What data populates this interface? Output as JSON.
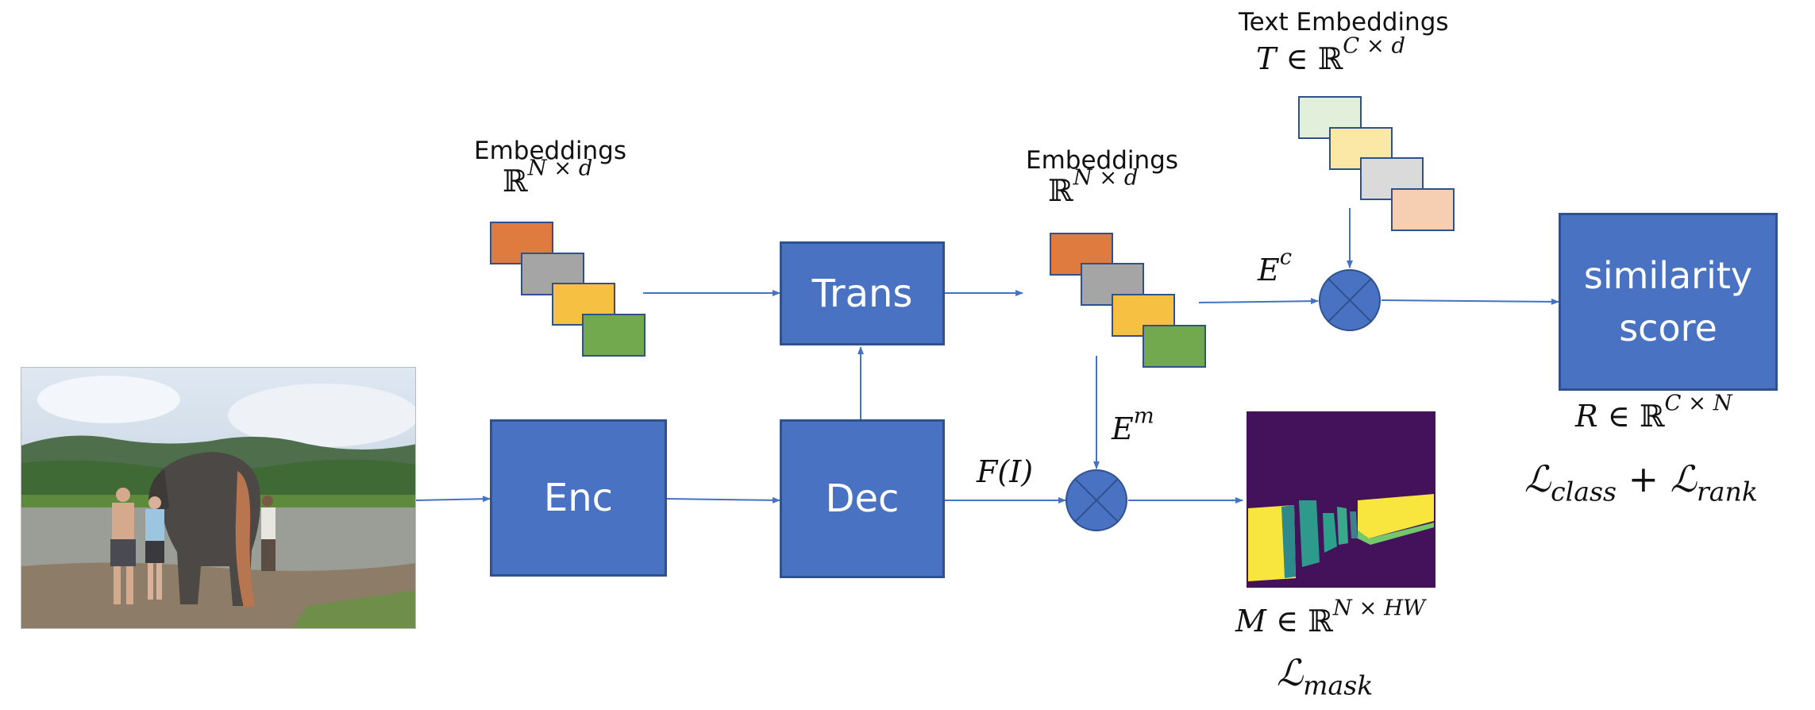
{
  "blocks": {
    "enc": "Enc",
    "dec": "Dec",
    "trans": "Trans",
    "similarity_line1": "similarity",
    "similarity_line2": "score"
  },
  "labels": {
    "embeddings_left": {
      "title": "Embeddings",
      "set": "ℝ",
      "exp": "N × d"
    },
    "embeddings_right": {
      "title": "Embeddings",
      "set": "ℝ",
      "exp": "N × d"
    },
    "text_embeddings": {
      "title": "Text Embeddings",
      "var": "T",
      "in": "∈",
      "set": "ℝ",
      "exp": "C × d"
    },
    "feature": {
      "text": "F(I)"
    },
    "e_c": {
      "base": "E",
      "sup": "c"
    },
    "e_m": {
      "base": "E",
      "sup": "m"
    },
    "mask_dim": {
      "var": "M",
      "in": "∈",
      "set": "ℝ",
      "exp": "N × HW"
    },
    "mask_loss": {
      "base": "ℒ",
      "sub": "mask"
    },
    "score_dim": {
      "var": "R",
      "in": "∈",
      "set": "ℝ",
      "exp": "C × N"
    },
    "score_loss": {
      "base1": "ℒ",
      "sub1": "class",
      "plus": "+",
      "base2": "ℒ",
      "sub2": "rank"
    }
  },
  "colors": {
    "block_fill": "#4a72c2",
    "block_border": "#2f528f",
    "arrow": "#4472c4",
    "embed_orange": "#e07b3f",
    "embed_gray": "#a5a5a5",
    "embed_yellow": "#f6c042",
    "embed_green": "#72a84e",
    "text_green": "#e2efda",
    "text_yellow": "#fce8a6",
    "text_gray": "#dadada",
    "text_peach": "#f6cfb2",
    "mask_background": "#43125b",
    "mask_foreground": "#f8e63f"
  },
  "icons": {
    "multiply_operator": "circled-times-icon",
    "input_image": "elephant-photo",
    "mask_image": "segmentation-mask"
  }
}
